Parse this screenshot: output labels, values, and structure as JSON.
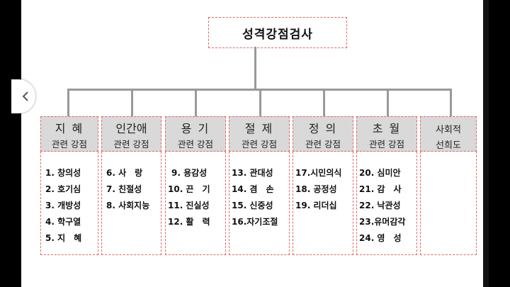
{
  "root": "성격강점검사",
  "columns": [
    {
      "title": "지 혜",
      "subtitle": "관련 강점",
      "items": [
        "1. 창의성",
        "2. 호기심",
        "3. 개방성",
        "4. 학구열",
        "5. 지　혜"
      ]
    },
    {
      "title": "인간애",
      "subtitle": "관련 강점",
      "items": [
        "6. 사　랑",
        "7. 친절성",
        "8. 사회지능"
      ]
    },
    {
      "title": "용 기",
      "subtitle": "관련 강점",
      "items": [
        "9. 용감성",
        "10. 끈　기",
        "11. 진실성",
        "12. 활　력"
      ]
    },
    {
      "title": "절 제",
      "subtitle": "관련 강점",
      "items": [
        "13. 관대성",
        "14. 겸　손",
        "15. 신중성",
        "16.자기조절"
      ]
    },
    {
      "title": "정 의",
      "subtitle": "관련 강점",
      "items": [
        "17.시민의식",
        "18. 공정성",
        "19. 리더십"
      ]
    },
    {
      "title": "초 월",
      "subtitle": "관련 강점",
      "items": [
        "20. 심미안",
        "21. 감　사",
        "22. 낙관성",
        "23.유머감각",
        "24. 영　성"
      ]
    },
    {
      "title": "사회적",
      "subtitle": "선희도",
      "items": []
    }
  ]
}
